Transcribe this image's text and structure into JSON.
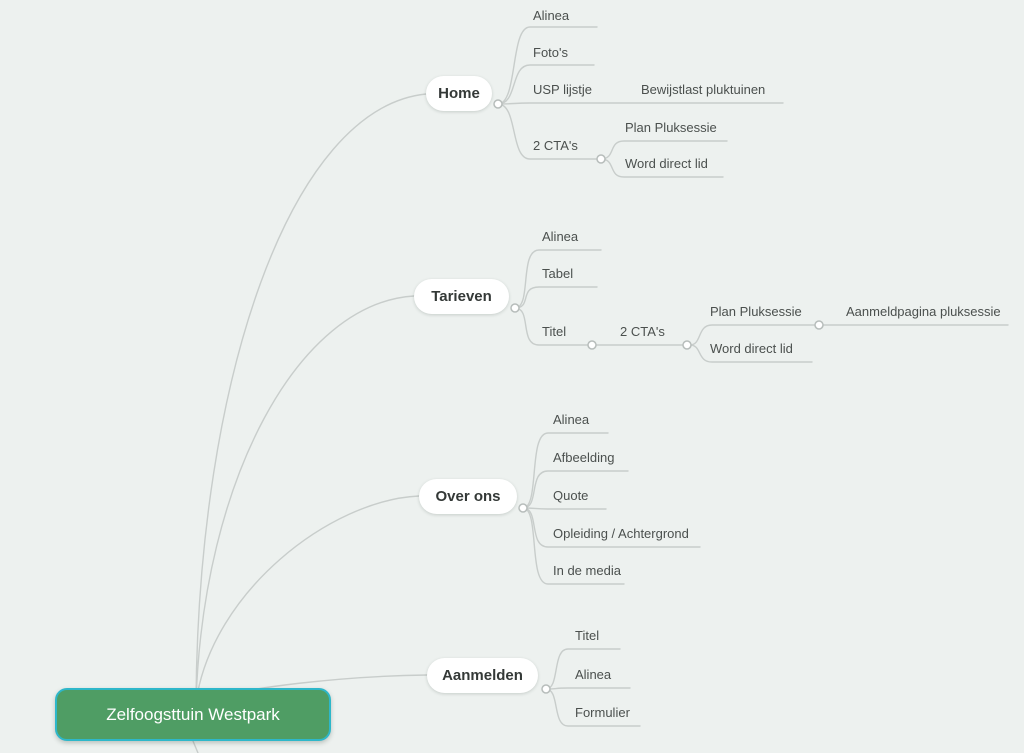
{
  "app": {
    "background_color": "#edf1ef",
    "line_color": "#c8cdcb",
    "selection_color": "#2eb7c9",
    "root_node_color": "#4f9d64"
  },
  "root": {
    "label": "Zelfoogsttuin Westpark",
    "selected": true
  },
  "branches": [
    {
      "label": "Home",
      "children": [
        {
          "label": "Alinea"
        },
        {
          "label": "Foto's"
        },
        {
          "label": "USP lijstje",
          "children": [
            {
              "label": "Bewijstlast pluktuinen"
            }
          ]
        },
        {
          "label": "2 CTA's",
          "children": [
            {
              "label": "Plan Pluksessie"
            },
            {
              "label": "Word direct lid"
            }
          ]
        }
      ]
    },
    {
      "label": "Tarieven",
      "children": [
        {
          "label": "Alinea"
        },
        {
          "label": "Tabel"
        },
        {
          "label": "Titel",
          "children": [
            {
              "label": "2 CTA's",
              "children": [
                {
                  "label": "Plan Pluksessie",
                  "children": [
                    {
                      "label": "Aanmeldpagina pluksessie"
                    }
                  ]
                },
                {
                  "label": "Word direct lid"
                }
              ]
            }
          ]
        }
      ]
    },
    {
      "label": "Over ons",
      "children": [
        {
          "label": "Alinea"
        },
        {
          "label": "Afbeelding"
        },
        {
          "label": "Quote"
        },
        {
          "label": "Opleiding / Achtergrond"
        },
        {
          "label": "In de media"
        }
      ]
    },
    {
      "label": "Aanmelden",
      "children": [
        {
          "label": "Titel"
        },
        {
          "label": "Alinea"
        },
        {
          "label": "Formulier"
        }
      ]
    }
  ]
}
